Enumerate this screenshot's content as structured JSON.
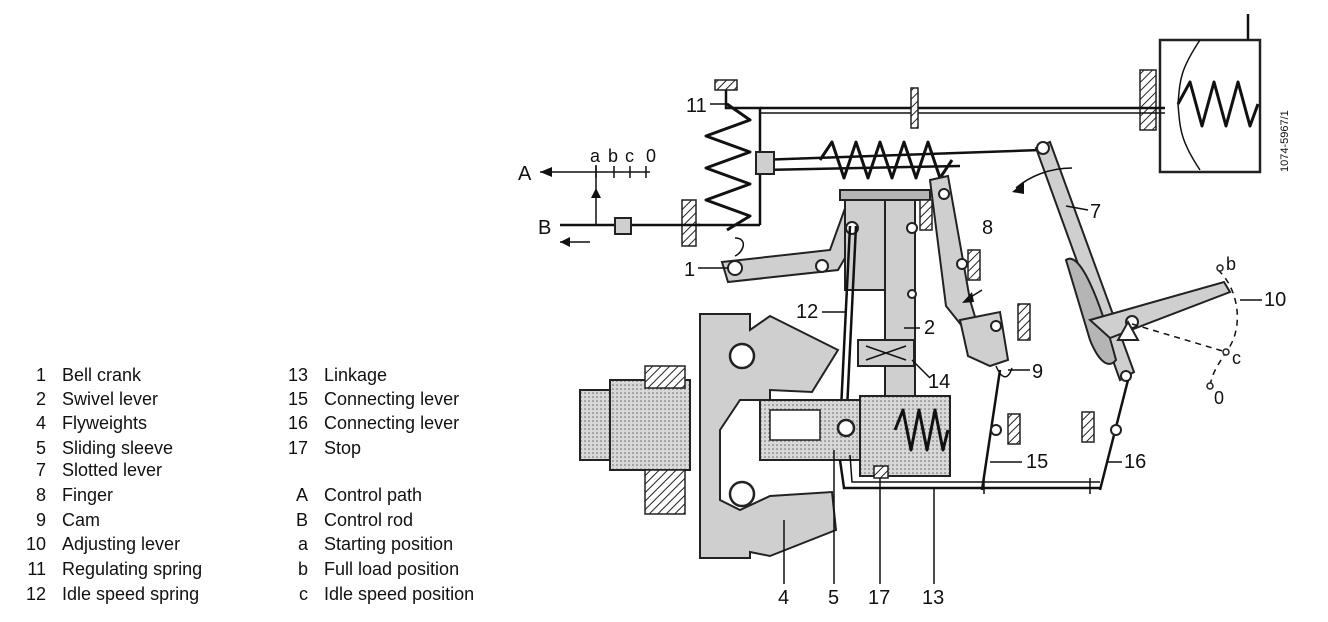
{
  "diagram": {
    "reference_code": "1074-5967/1",
    "labels": {
      "n1": "1",
      "n2": "2",
      "n4": "4",
      "n5": "5",
      "n7": "7",
      "n8": "8",
      "n9": "9",
      "n10": "10",
      "n11": "11",
      "n12": "12",
      "n13": "13",
      "n14": "14",
      "n15": "15",
      "n16": "16",
      "n17": "17",
      "A": "A",
      "B": "B",
      "scale_a": "a",
      "scale_b": "b",
      "scale_c": "c",
      "scale_0": "0",
      "pos_b": "b",
      "pos_c": "c",
      "pos_0": "0"
    }
  },
  "legend": {
    "col1": [
      {
        "key": "1",
        "text": "Bell crank"
      },
      {
        "key": "2",
        "text": "Swivel lever"
      },
      {
        "key": "4",
        "text": "Flyweights"
      },
      {
        "key": "5",
        "text": "Sliding sleeve"
      },
      {
        "key": "7",
        "text": "Slotted lever"
      },
      {
        "key": "8",
        "text": "Finger"
      },
      {
        "key": "9",
        "text": "Cam"
      },
      {
        "key": "10",
        "text": "Adjusting lever"
      },
      {
        "key": "11",
        "text": "Regulating spring"
      },
      {
        "key": "12",
        "text": "Idle speed spring"
      }
    ],
    "col2": [
      {
        "key": "13",
        "text": "Linkage"
      },
      {
        "key": "15",
        "text": "Connecting lever"
      },
      {
        "key": "16",
        "text": "Connecting lever"
      },
      {
        "key": "17",
        "text": "Stop"
      },
      {
        "key": "A",
        "text": "Control path"
      },
      {
        "key": "B",
        "text": "Control rod"
      },
      {
        "key": "a",
        "text": "Starting position"
      },
      {
        "key": "b",
        "text": "Full load position"
      },
      {
        "key": "c",
        "text": "Idle speed position"
      }
    ]
  }
}
